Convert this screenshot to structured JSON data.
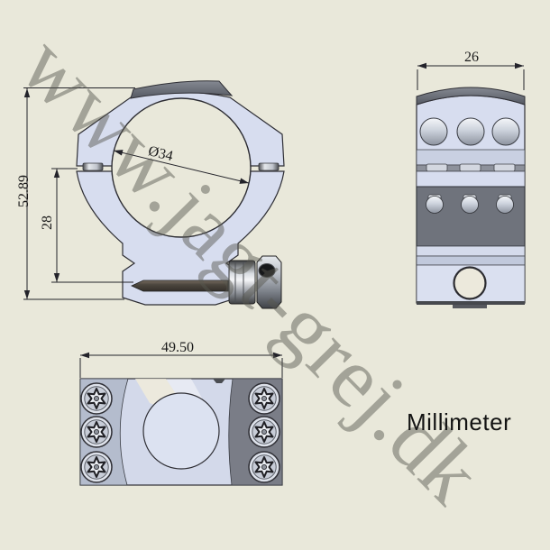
{
  "watermark": {
    "text": "www.jagt-grej.dk"
  },
  "unit_label": "Millimeter",
  "views": {
    "front": {
      "dims": {
        "total_height": "52.89",
        "saddle_height": "28",
        "bore_diameter": "Ø34"
      }
    },
    "side": {
      "dims": {
        "width": "26"
      }
    },
    "top": {
      "dims": {
        "length": "49.50"
      }
    }
  },
  "colors": {
    "background": "#e9e8da",
    "body_light": "#d7ddef",
    "dark_metal": "#6f737c",
    "panel_left": "#b4bccd",
    "panel_right": "#7a7d87",
    "line": "#2f2f35",
    "watermark": "#8d8c84",
    "text": "#131313"
  }
}
